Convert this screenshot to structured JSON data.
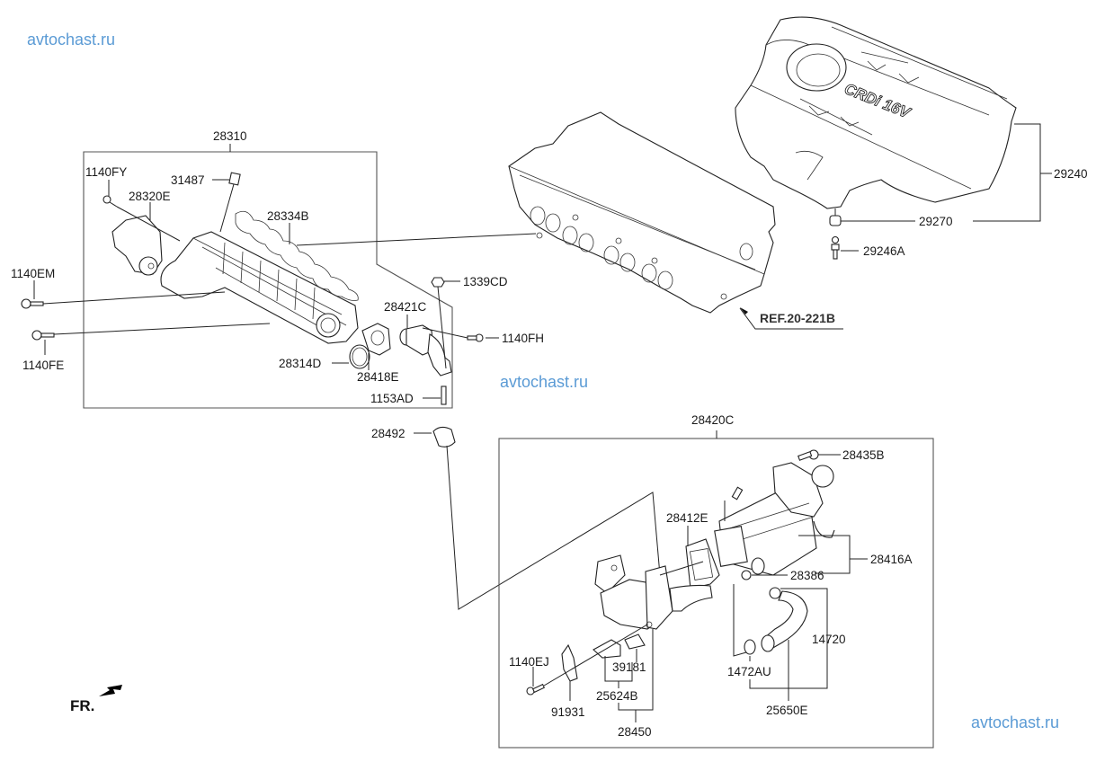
{
  "watermarks": [
    "avtochast.ru",
    "avtochast.ru",
    "avtochast.ru"
  ],
  "direction_marker": {
    "label": "FR.",
    "icon": "front-direction-arrow-icon"
  },
  "reference": {
    "label": "REF.20-221B"
  },
  "engine_cover": {
    "logo_text": "CRDi 16V",
    "labels": {
      "assembly": "29240",
      "grommet": "29270",
      "stud": "29246A"
    }
  },
  "group_intake": {
    "label": "28310",
    "parts": {
      "bolt_fy": "1140FY",
      "actuator": "28320E",
      "sensor": "31487",
      "gasket": "28334B",
      "bolt_em": "1140EM",
      "bolt_fe": "1140FE",
      "oring": "28314D",
      "gasket_e": "28418E",
      "pipe": "28421C",
      "nut": "1339CD",
      "bolt_fh": "1140FH",
      "stud": "1153AD"
    }
  },
  "standalone": {
    "gasket_28492": "28492"
  },
  "group_egr": {
    "label": "28420C",
    "parts": {
      "bolt": "28435B",
      "gasket": "28412E",
      "cooler": "28416A",
      "oring": "28386",
      "hose": "14720",
      "clamp": "1472AU",
      "hose_assy": "25650E",
      "bolt_ej": "1140EJ",
      "bracket_a": "39181",
      "bracket_b": "25624B",
      "washer": "91931",
      "valve": "28450"
    }
  }
}
